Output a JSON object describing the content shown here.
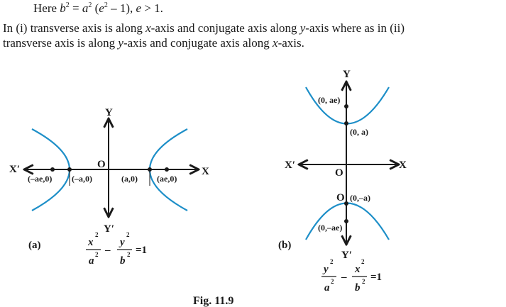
{
  "text": {
    "line1": {
      "prefix": "Here ",
      "b": "b",
      "b_exp": "2",
      "eq": " = ",
      "a": "a",
      "a_exp": "2",
      "open": " (",
      "e": "e",
      "e_exp": "2",
      "mid": " – 1),  ",
      "e2": "e",
      "tail": " > 1."
    },
    "line2": {
      "p1": "In (i) transverse axis is along ",
      "v1": "x",
      "p2": "-axis and conjugate axis along ",
      "v2": "y",
      "p3": "-axis where as in (ii)"
    },
    "line3": {
      "p1": "transverse axis is along ",
      "v1": "y",
      "p2": "-axis and conjugate axis along ",
      "v2": "x",
      "p3": "-axis."
    }
  },
  "figure_a": {
    "axis_x_pos": "X",
    "axis_x_neg": "X′",
    "axis_y_pos": "Y",
    "axis_y_neg": "Y′",
    "origin": "O",
    "point_neg_ae": "(–ae,0)",
    "point_neg_a": "(–a,0)",
    "point_a": "(a,0)",
    "point_ae": "(ae,0)",
    "panel_label": "(a)",
    "eq_num1": "x",
    "eq_num1_exp": "2",
    "eq_den1": "a",
    "eq_den1_exp": "2",
    "eq_minus": "–",
    "eq_num2": "y",
    "eq_num2_exp": "2",
    "eq_den2": "b",
    "eq_den2_exp": "2",
    "eq_rhs": "=1"
  },
  "figure_b": {
    "axis_x_pos": "X",
    "axis_x_neg": "X′",
    "axis_y_pos": "Y",
    "axis_y_neg": "Y′",
    "origin_upper": "O",
    "origin_lower": "O",
    "point_ae": "(0, ae)",
    "point_a": "(0, a)",
    "point_neg_a": "(0,–a)",
    "point_neg_ae": "(0,–ae)",
    "panel_label": "(b)",
    "eq_num1": "y",
    "eq_num1_exp": "2",
    "eq_den1": "a",
    "eq_den1_exp": "2",
    "eq_minus": "–",
    "eq_num2": "x",
    "eq_num2_exp": "2",
    "eq_den2": "b",
    "eq_den2_exp": "2",
    "eq_rhs": "=1"
  },
  "caption": "Fig. 11.9",
  "colors": {
    "curve": "#1e8fc8",
    "ink": "#1a1a1a"
  }
}
